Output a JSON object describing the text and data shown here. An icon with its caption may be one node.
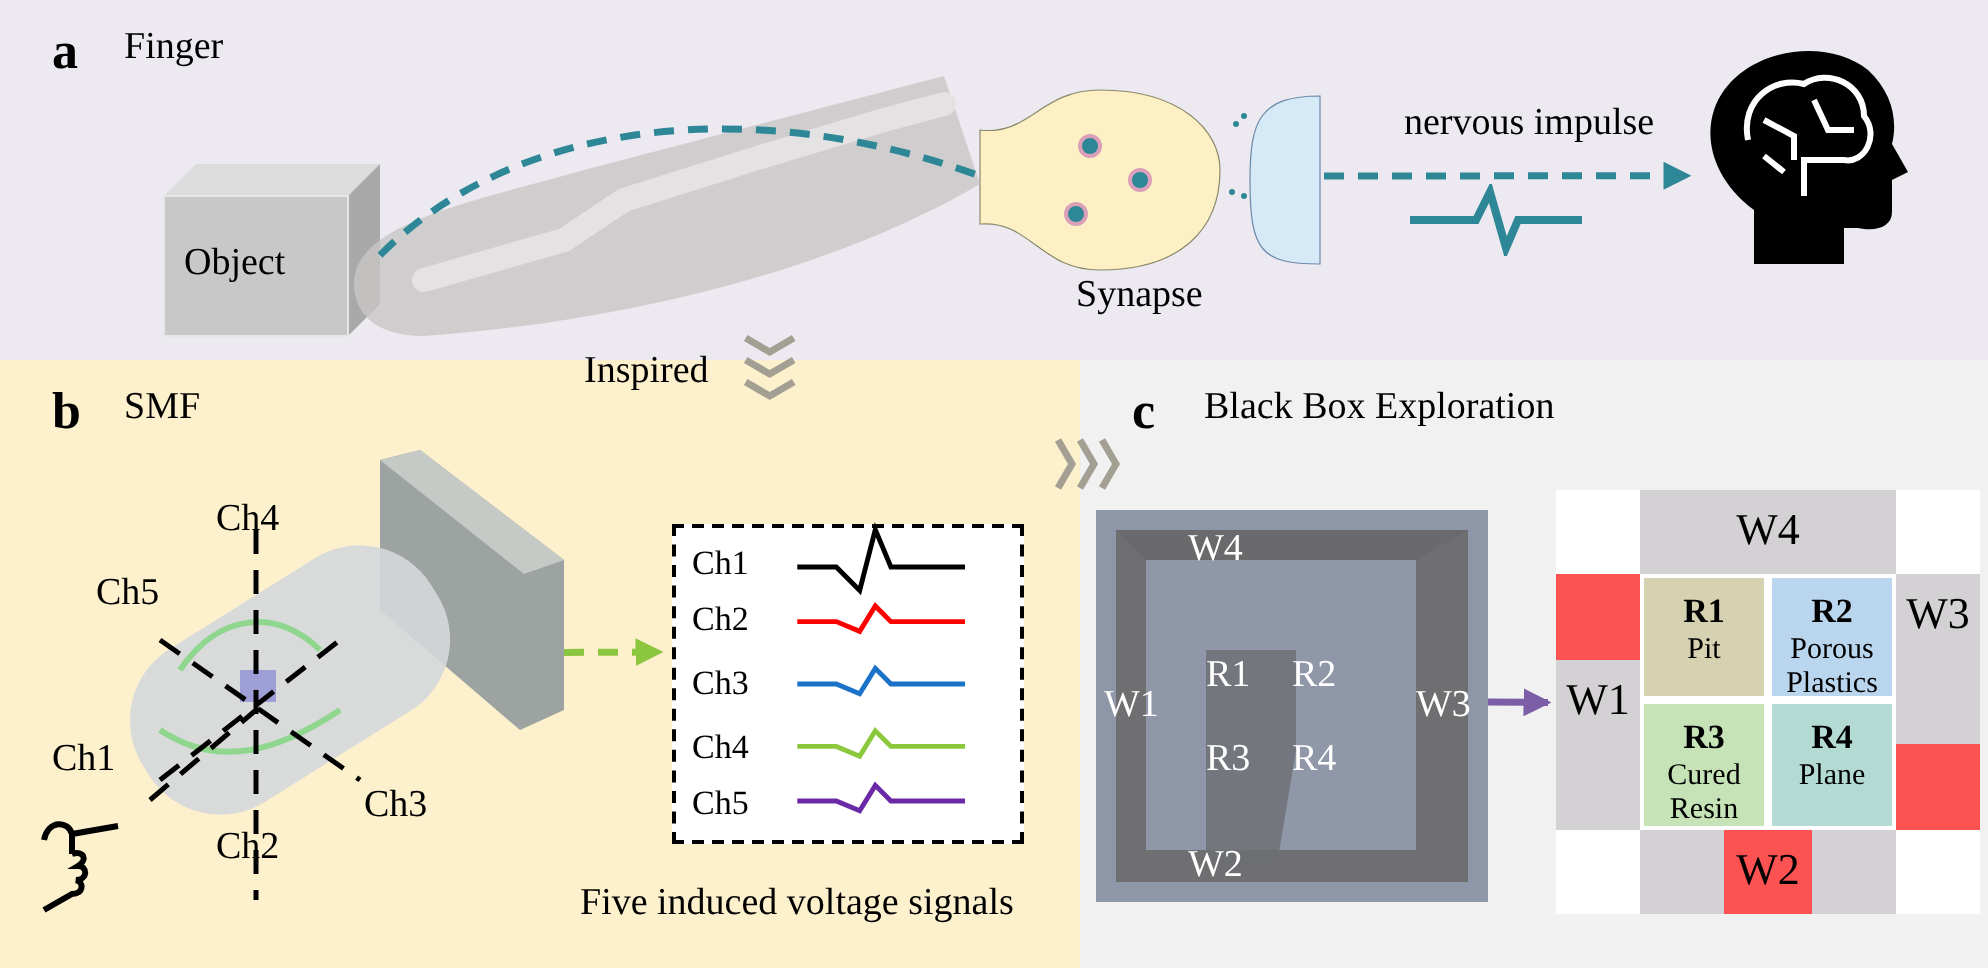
{
  "diagram": {
    "nodes": [
      {
        "text": [
          "a",
          "Finger"
        ]
      },
      {
        "text": [
          "Object"
        ],
        "in": 0
      },
      {
        "text": [],
        "shape": "picture",
        "beside": [
          "Synapse"
        ],
        "in": 0
      },
      {
        "text": [],
        "shape": "picture",
        "in": 0
      },
      {
        "text": [
          "b",
          "SMF"
        ]
      },
      {
        "text": [],
        "shape": "picture",
        "in": 4
      },
      {
        "text": [
          "Ch1",
          "Ch2",
          "Ch3",
          "Ch4",
          "Ch5"
        ],
        "beside": [
          "Five induced voltage signals"
        ],
        "in": 4
      },
      {
        "text": [
          "c",
          "Black Box Exploration"
        ]
      },
      {
        "text": [
          "W4",
          "R1",
          "R2",
          "W1",
          "W3",
          "R3",
          "R4",
          "W2"
        ],
        "in": 7
      },
      {
        "text": [],
        "shape": "box",
        "in": 7
      },
      {
        "text": [
          "W4"
        ],
        "in": 9
      },
      {
        "text": [],
        "shape": "box",
        "in": 9
      },
      {
        "text": [
          "R1",
          "Pit"
        ],
        "in": 9
      },
      {
        "text": [
          "R2",
          "Porous Plastics"
        ],
        "in": 9
      },
      {
        "text": [
          "W1"
        ],
        "in": 9
      },
      {
        "text": [
          "W3"
        ],
        "in": 9
      },
      {
        "text": [
          "R3",
          "Cured Resin"
        ],
        "in": 9
      },
      {
        "text": [
          "R4",
          "Plane"
        ],
        "in": 9
      },
      {
        "text": [],
        "shape": "box",
        "in": 9
      },
      {
        "text": [
          "W2"
        ],
        "in": 9
      }
    ],
    "edges": [
      {
        "from": 1,
        "to": 2,
        "arrow": "none",
        "style": "dashed",
        "color": "#2e8797"
      },
      {
        "from": 2,
        "to": 3,
        "arrow": "to",
        "label": "nervous impulse",
        "style": "dashed",
        "color": "#2e8797"
      },
      {
        "from": 0,
        "to": 4,
        "arrow": "to",
        "label": "Inspired",
        "color": "#a39f92"
      },
      {
        "from": 4,
        "to": 7,
        "arrow": "to",
        "color": "#a39f92"
      },
      {
        "from": 5,
        "to": 6,
        "arrow": "to",
        "style": "dashed",
        "color": "#8cc63f"
      },
      {
        "from": 8,
        "to": 14,
        "arrow": "to",
        "color": "#7b5ea7"
      }
    ],
    "labels": [
      "Ch4",
      "Ch5",
      "Ch1",
      "Ch3",
      "Ch2"
    ]
  }
}
